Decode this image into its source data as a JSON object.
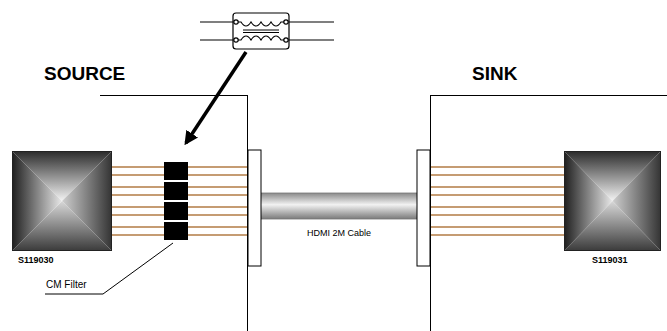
{
  "diagram": {
    "nodes": [
      {
        "text": [
          "SOURCE"
        ]
      },
      {
        "text": [
          "S119030"
        ],
        "in": 0
      },
      {
        "text": [
          "SINK"
        ]
      },
      {
        "text": [
          "S119031"
        ],
        "in": 2
      }
    ],
    "edges": [
      {
        "from": 0,
        "to": 2,
        "arrow": "none",
        "label": "HDMI 2M Cable"
      }
    ],
    "labels": [
      "CM Filter"
    ]
  }
}
